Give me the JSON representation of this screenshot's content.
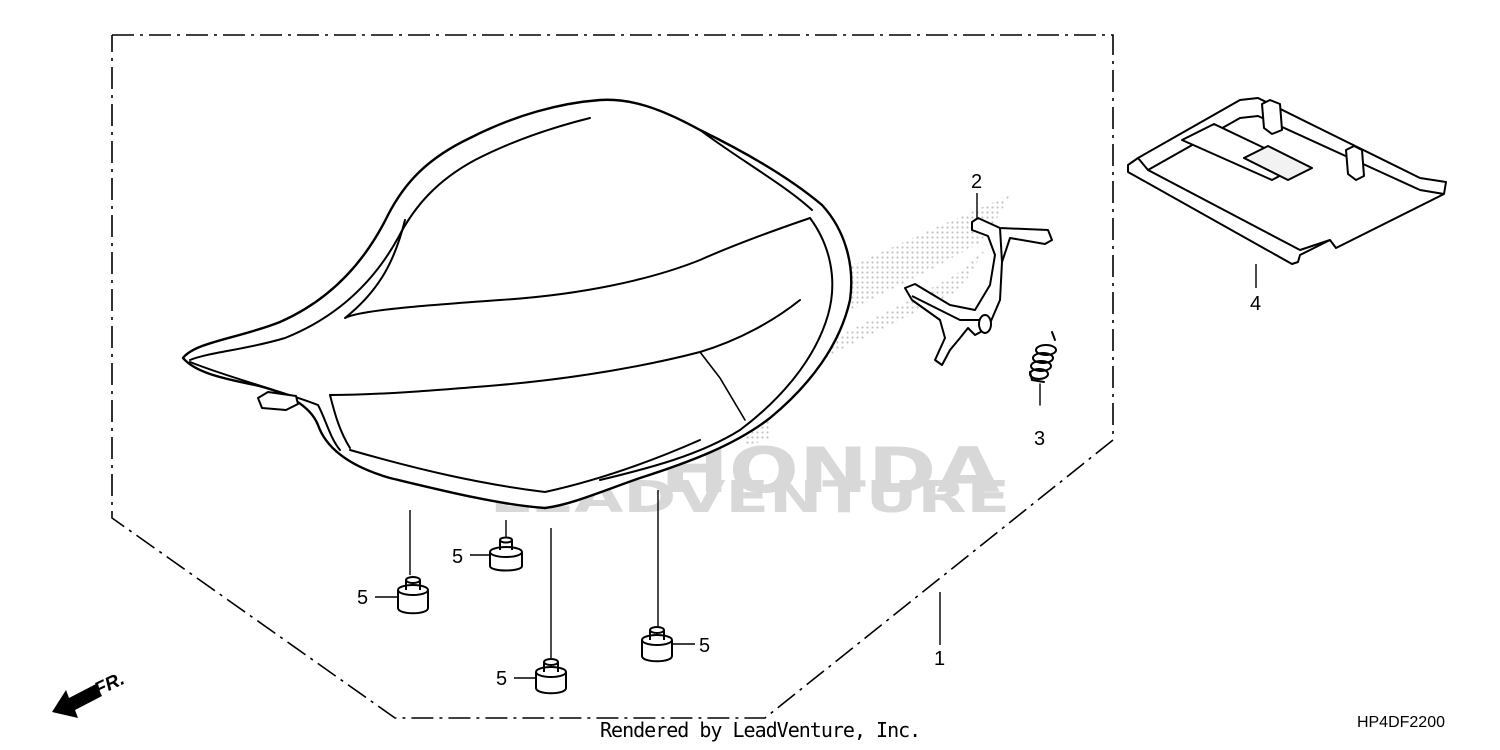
{
  "diagram": {
    "part_callouts": {
      "seat_assembly": "1",
      "seat_latch": "2",
      "latch_spring": "3",
      "storage_cover": "4",
      "rubber_cushion": "5"
    },
    "direction_marker": "FR.",
    "watermark": {
      "brand": "HONDA",
      "renderer": "LEADVENTURE"
    }
  },
  "footer": {
    "credit": "Rendered by LeadVenture, Inc.",
    "diagram_code": "HP4DF2200"
  },
  "colors": {
    "line": "#000000",
    "watermark": "#d8d8d8",
    "background": "#ffffff"
  }
}
